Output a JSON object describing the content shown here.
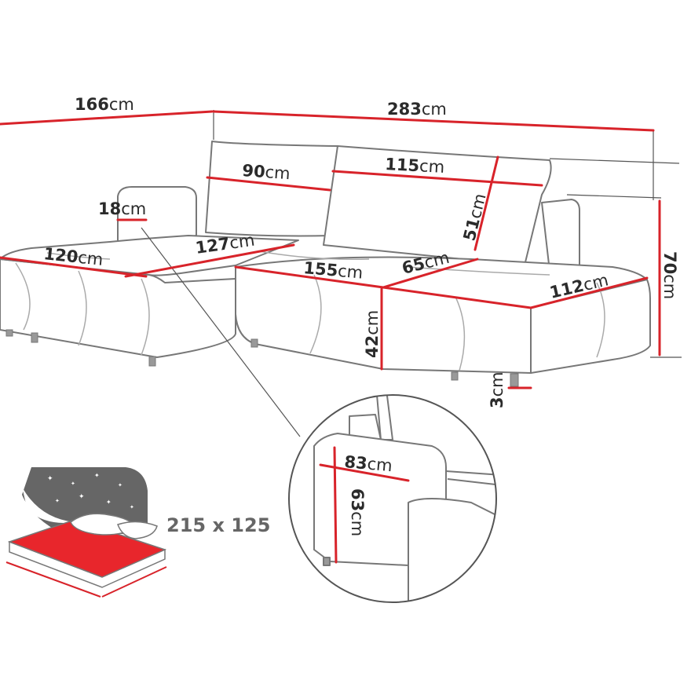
{
  "colors": {
    "outline": "#777777",
    "measure": "#d8232a",
    "text": "#2b2b2b",
    "bed_text": "#666666",
    "night_sky": "#666666",
    "bed_surface": "#e8262c"
  },
  "dimensions": {
    "total_depth": {
      "num": "166",
      "unit": "cm"
    },
    "total_width": {
      "num": "283",
      "unit": "cm"
    },
    "back_left": {
      "num": "90",
      "unit": "cm"
    },
    "back_right": {
      "num": "115",
      "unit": "cm"
    },
    "armrest_width": {
      "num": "18",
      "unit": "cm"
    },
    "back_height": {
      "num": "51",
      "unit": "cm"
    },
    "chaise_width": {
      "num": "120",
      "unit": "cm"
    },
    "chaise_depth": {
      "num": "127",
      "unit": "cm"
    },
    "seat_width": {
      "num": "155",
      "unit": "cm"
    },
    "seat_depth": {
      "num": "65",
      "unit": "cm"
    },
    "side_depth": {
      "num": "112",
      "unit": "cm"
    },
    "total_height": {
      "num": "70",
      "unit": "cm"
    },
    "seat_height": {
      "num": "42",
      "unit": "cm"
    },
    "leg_height": {
      "num": "3",
      "unit": "cm"
    },
    "detail_width": {
      "num": "83",
      "unit": "cm"
    },
    "detail_height": {
      "num": "63",
      "unit": "cm"
    }
  },
  "sleeping_area": {
    "label": "215 x 125"
  },
  "icons": {
    "sofa": "corner-sofa-icon",
    "bed": "bed-function-icon",
    "magnifier": "detail-magnifier-icon"
  }
}
